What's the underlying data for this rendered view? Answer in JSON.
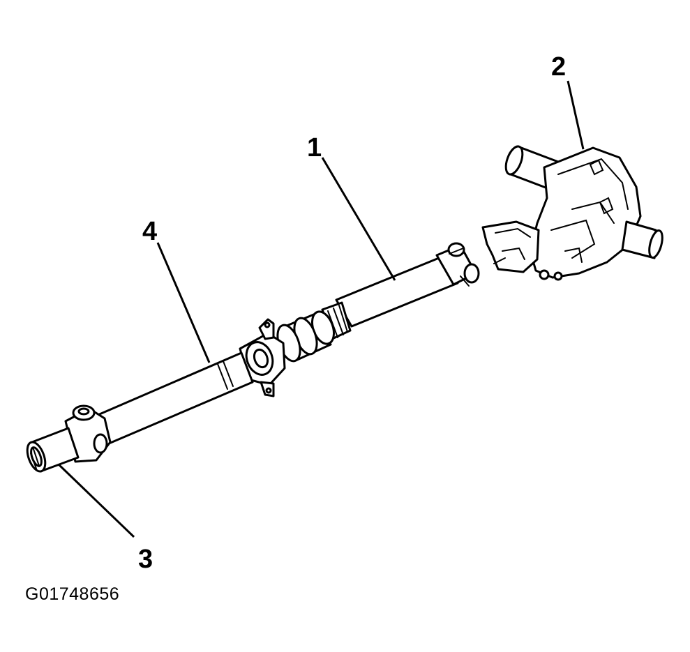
{
  "figure": {
    "id_label": "G01748656"
  },
  "callouts": [
    {
      "number": "1"
    },
    {
      "number": "2"
    },
    {
      "number": "3"
    },
    {
      "number": "4"
    }
  ],
  "colors": {
    "ink": "#000000",
    "background": "#ffffff"
  }
}
